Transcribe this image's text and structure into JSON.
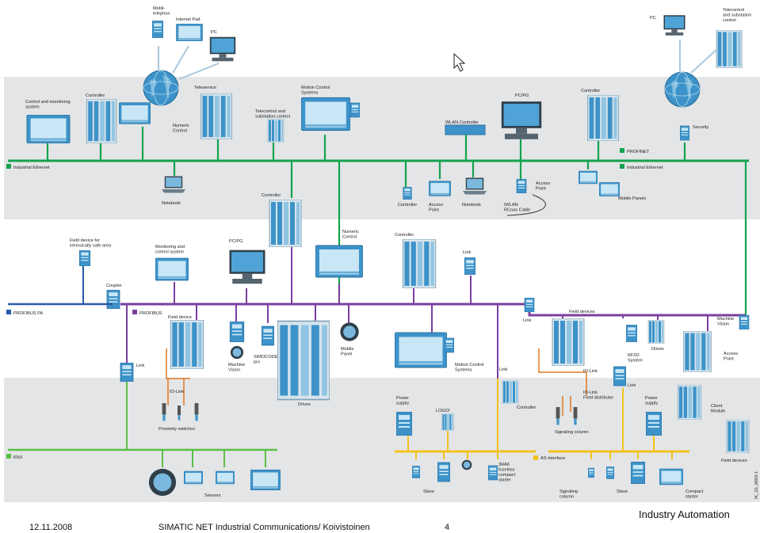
{
  "colors": {
    "band": "#e3e5e7",
    "ethernet": "#13a34e",
    "profibus": "#7b3fa0",
    "pa": "#2a5aa8",
    "knx": "#5bbf45",
    "asi": "#f2c21c",
    "io_link": "#e07a25",
    "device": "#3d93c9",
    "device_light": "#b9def2",
    "module": "#d7e4ec"
  },
  "internet": {
    "left_devices": [
      "Mobil-\ntelephon",
      "Internet Pad",
      "PC"
    ],
    "right_devices": [
      "PC",
      "Telecontrol\nand substation\ncontrol"
    ]
  },
  "ethernet": {
    "legend": "Industrial Ethernet",
    "legend_right": "Industrial Ethernet",
    "profinet": "PROFINET",
    "top_devices": [
      "Control and monitoring\nsystem",
      "Controller",
      "Teleservice",
      "Numeric\nControl",
      "Telecontrol and\nsubstation control",
      "Motion Control\nSystems",
      "WLAN Controller",
      "PC/PG",
      "Controller",
      "Security"
    ],
    "bottom_devices": [
      "Notebook",
      "Controller",
      "Access\nPoint",
      "Notebook",
      "Access\nPoint",
      "IWLAN\nRCoax Cable",
      "Mobile Panels"
    ]
  },
  "profibus": {
    "legend_pa": "PROFIBUS PA",
    "legend": "PROFIBUS",
    "upper_devices": [
      "Field device for\nintrinsically safe area",
      "Coupler",
      "Monitoring and\ncontrol system",
      "PC/PG",
      "Controller",
      "Numeric\nControl",
      "Controller",
      "Link"
    ],
    "lower_devices": [
      "Field device",
      "Link",
      "IO-Link",
      "Proximity switches",
      "Machine\nVision",
      "SIMOCODE\npro",
      "Drives",
      "Mobile\nPanel",
      "Motion Control\nSystems",
      "Link",
      "Controller",
      "Link",
      "Field devices",
      "IO-Link",
      "IO-Link\nField distributor",
      "Signaling column",
      "RF/ID\nSystem",
      "Drives",
      "Link",
      "Machine\nVision",
      "Access\nPoint",
      "Client\nModule",
      "Field devices"
    ]
  },
  "asi": {
    "legend": "AS-Interface",
    "devices": [
      "Power\nsupply",
      "LOGO!",
      "Slave",
      "3RA6\nfuseless\ncompact\nstarter",
      "Power\nsupply",
      "Signaling\ncolumn",
      "Slave",
      "Compact\nstarter"
    ]
  },
  "knx": {
    "legend": "KNX",
    "devices": [
      "Sensors"
    ]
  },
  "code": "IK_10_0003-1",
  "footer": {
    "date": "12.11.2008",
    "title": "SIMATIC NET Industrial Communications/ Koivistoinen",
    "page": "4",
    "brand": "Industry Automation"
  }
}
